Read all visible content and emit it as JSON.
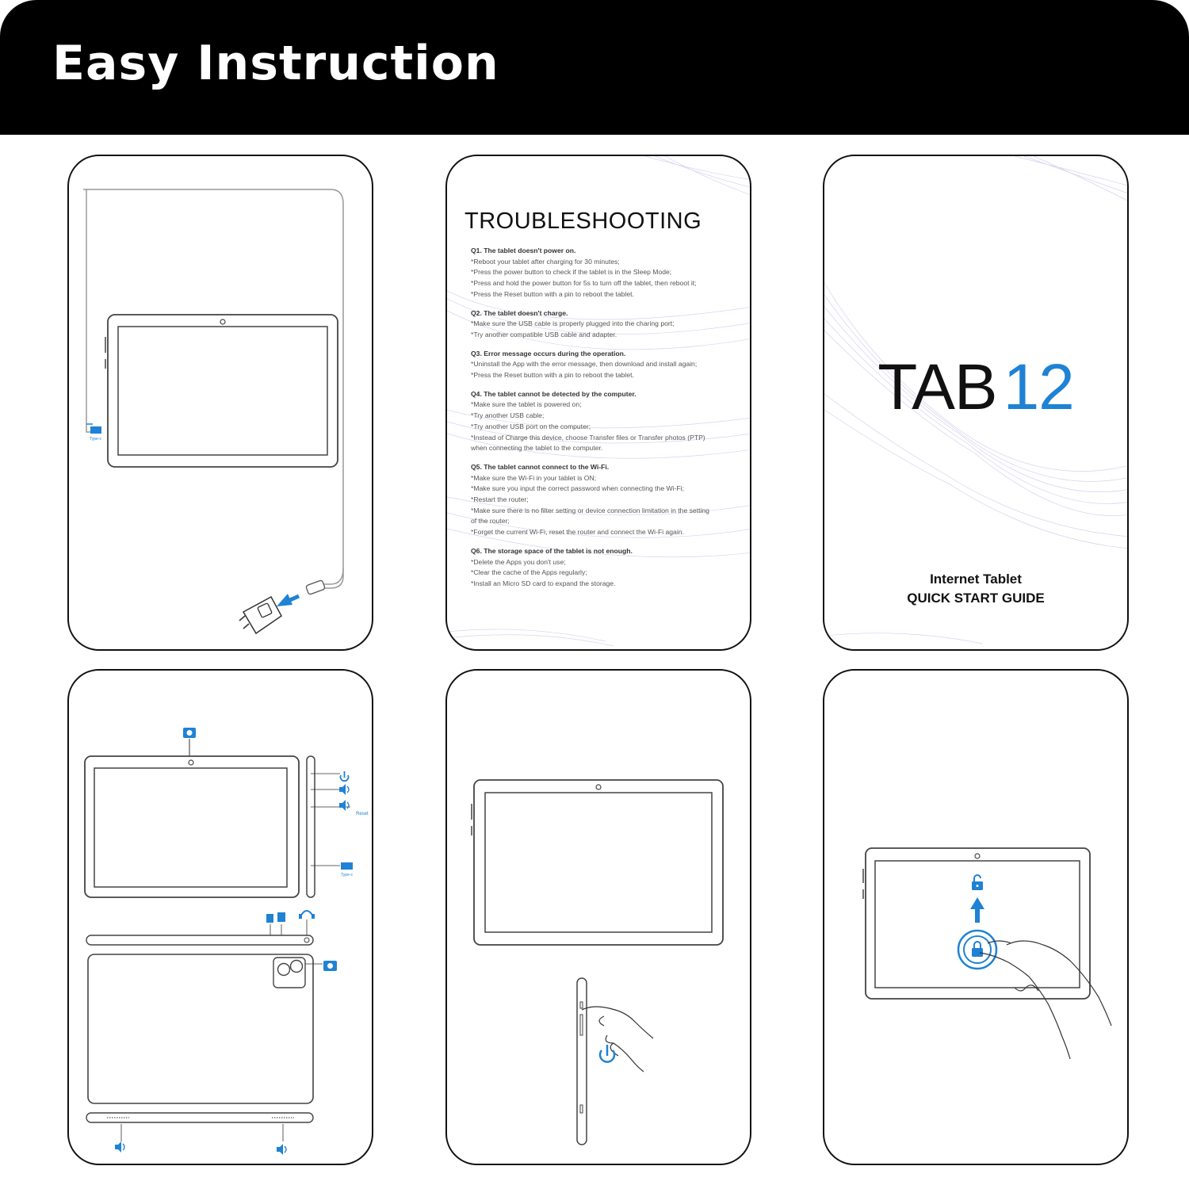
{
  "header": {
    "title": "Easy Instruction"
  },
  "charging_panel": {
    "port_label": "Type-c"
  },
  "troubleshooting": {
    "title": "TROUBLESHOOTING",
    "questions": [
      {
        "q": "Q1. The tablet doesn't power on.",
        "lines": [
          "*Reboot your tablet after charging for 30 minutes;",
          "*Press the power button to check if the tablet is in the Sleep Mode;",
          "*Press and hold the power button for 5s to turn off the tablet, then reboot it;",
          "*Press the Reset button with a pin to reboot the tablet."
        ]
      },
      {
        "q": "Q2. The tablet doesn't charge.",
        "lines": [
          "*Make sure the USB cable  is properly plugged into the charing port;",
          "*Try another compatible USB cable and adapter."
        ]
      },
      {
        "q": "Q3. Error message occurs during the operation.",
        "lines": [
          "*Uninstall the App with the error message, then download and install again;",
          "*Press the Reset button with a pin to reboot the tablet."
        ]
      },
      {
        "q": "Q4. The tablet cannot be detected by the computer.",
        "lines": [
          "*Make sure the tablet is powered on;",
          "*Try another USB cable;",
          "*Try another USB port on the computer;",
          "*Instead of Charge this device, choose Transfer files or Transfer photos (PTP)",
          " when connecting the tablet to the computer."
        ]
      },
      {
        "q": "Q5. The tablet cannot connect to the Wi-Fi.",
        "lines": [
          "*Make sure the Wi-Fi in your tablet is ON;",
          "*Make sure you input the correct password when connecting the Wi-Fi;",
          "*Restart the router;",
          "*Make sure there is no filter setting or device connection limitation in the setting",
          " of the router;",
          "*Forget the current Wi-Fi, reset the router and connect the Wi-Fi again."
        ]
      },
      {
        "q": "Q6. The storage space of the tablet is not enough.",
        "lines": [
          "*Delete the Apps you don't use;",
          "*Clear the cache of the Apps regularly;",
          "*Install an Micro SD card to expand the storage."
        ]
      }
    ]
  },
  "cover": {
    "model_word": "TAB",
    "model_number": "12",
    "subtitle_line1": "Internet Tablet",
    "subtitle_line2": "QUICK START GUIDE"
  },
  "overview_panel": {
    "reset_label": "Reset",
    "port_label": "Type-c"
  },
  "colors": {
    "accent": "#1f82d4",
    "header_bg": "#000000",
    "ink": "#111111"
  },
  "icons": [
    "camera-icon",
    "power-icon",
    "volume-up-icon",
    "volume-down-icon",
    "usb-c-icon",
    "sim-card-icon",
    "headphone-icon",
    "speaker-icon",
    "unlock-icon",
    "arrow-up-icon",
    "lock-icon",
    "hand-icon",
    "adapter-icon"
  ]
}
